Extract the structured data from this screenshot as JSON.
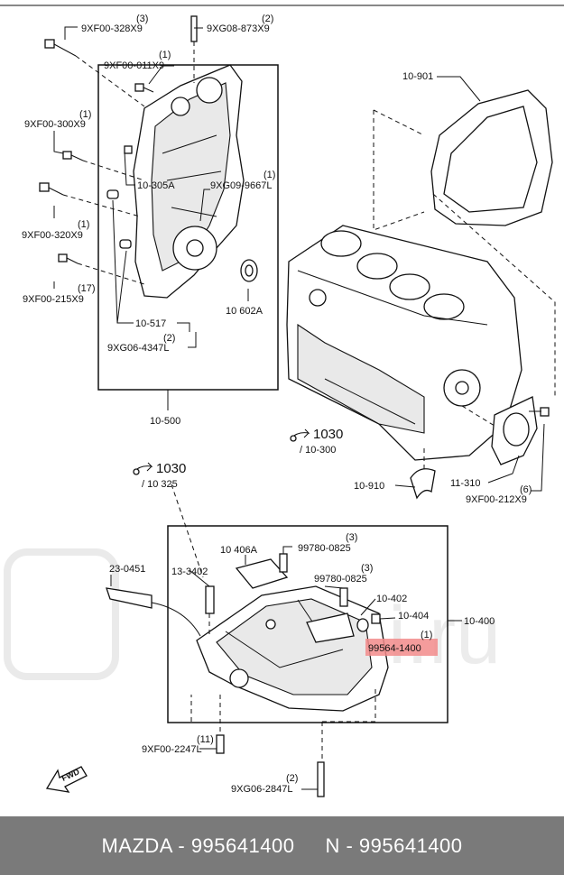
{
  "footer": {
    "brand_part": "MAZDA - 995641400",
    "alt_part": "N - 995641400"
  },
  "highlight_color": "#f28b8b",
  "watermark": "Rubi.ru",
  "fwd_label": "FWD",
  "labels": {
    "l_9xf00_328x9": "9XF00-328X9",
    "q_9xf00_328x9": "(3)",
    "l_9xg08_873x9": "9XG08-873X9",
    "q_9xg08_873x9": "(2)",
    "l_9xf00_011x9": "9XF00-011X9",
    "q_9xf00_011x9": "(1)",
    "l_9xf00_300x9": "9XF00-300X9",
    "q_9xf00_300x9": "(1)",
    "l_10_305a": "10-305A",
    "l_9xg09_9667l": "9XG09-9667L",
    "q_9xg09_9667l": "(1)",
    "l_9xf00_320x9": "9XF00-320X9",
    "q_9xf00_320x9": "(1)",
    "l_9xf00_215x9": "9XF00-215X9",
    "q_9xf00_215x9": "(17)",
    "l_10_602a": "10 602A",
    "l_10_517": "10-517",
    "l_9xg06_4347l": "9XG06-4347L",
    "q_9xg06_4347l": "(2)",
    "l_10_500": "10-500",
    "l_10_901": "10-901",
    "ref1_num": "1030",
    "ref1_sub": "/ 10-300",
    "ref2_num": "1030",
    "ref2_sub": "/ 10 325",
    "l_10_910": "10-910",
    "l_11_310": "11-310",
    "l_9xf00_212x9": "9XF00-212X9",
    "q_9xf00_212x9": "(6)",
    "l_10_406a": "10 406A",
    "l_99780_0825_a": "99780-0825",
    "q_99780_0825_a": "(3)",
    "l_99780_0825_b": "99780-0825",
    "q_99780_0825_b": "(3)",
    "l_23_0451": "23-0451",
    "l_13_3402": "13-3402",
    "l_10_402": "10-402",
    "l_10_404": "10-404",
    "l_10_400": "10-400",
    "l_99564_1400": "99564-1400",
    "q_99564_1400": "(1)",
    "l_9xf00_2247l": "9XF00-2247L",
    "q_9xf00_2247l": "(11)",
    "l_9xg06_2847l": "9XG06-2847L",
    "q_9xg06_2847l": "(2)"
  }
}
